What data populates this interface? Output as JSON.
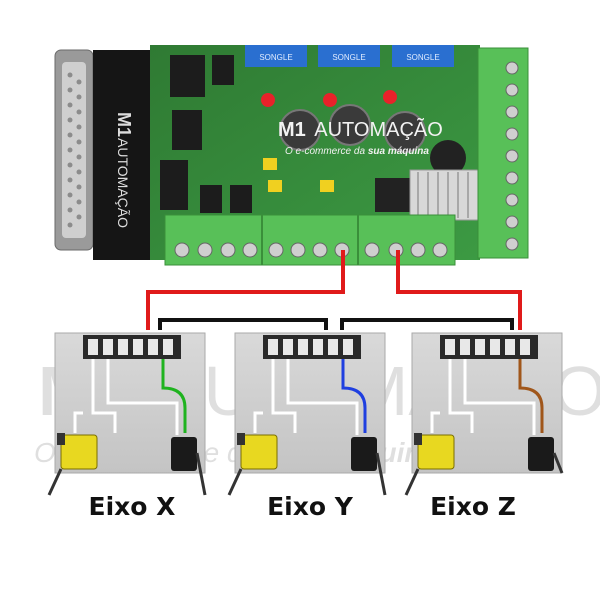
{
  "board": {
    "brand_short": "M1",
    "brand_name": "AUTOMAÇÃO",
    "tagline_prefix": "O e-commerce da ",
    "tagline_bold": "sua máquina",
    "relay_text": "SONGLE"
  },
  "watermark": {
    "brand_short": "M1",
    "brand_name": "AUTOMAÇÃO",
    "tagline_prefix": "O e-commerce da ",
    "tagline_bold": "sua máquina"
  },
  "axes": [
    {
      "label": "Eixo X",
      "wire_color": "#1fb31f"
    },
    {
      "label": "Eixo Y",
      "wire_color": "#1f3fe0"
    },
    {
      "label": "Eixo Z",
      "wire_color": "#a0561a"
    }
  ],
  "colors": {
    "board": "#3f8f3f",
    "terminal": "#58c058",
    "signal_wire": "#e01a1a",
    "common_wire": "#111111",
    "switch_yellow": "#e8d820",
    "switch_black": "#1a1a1a"
  }
}
